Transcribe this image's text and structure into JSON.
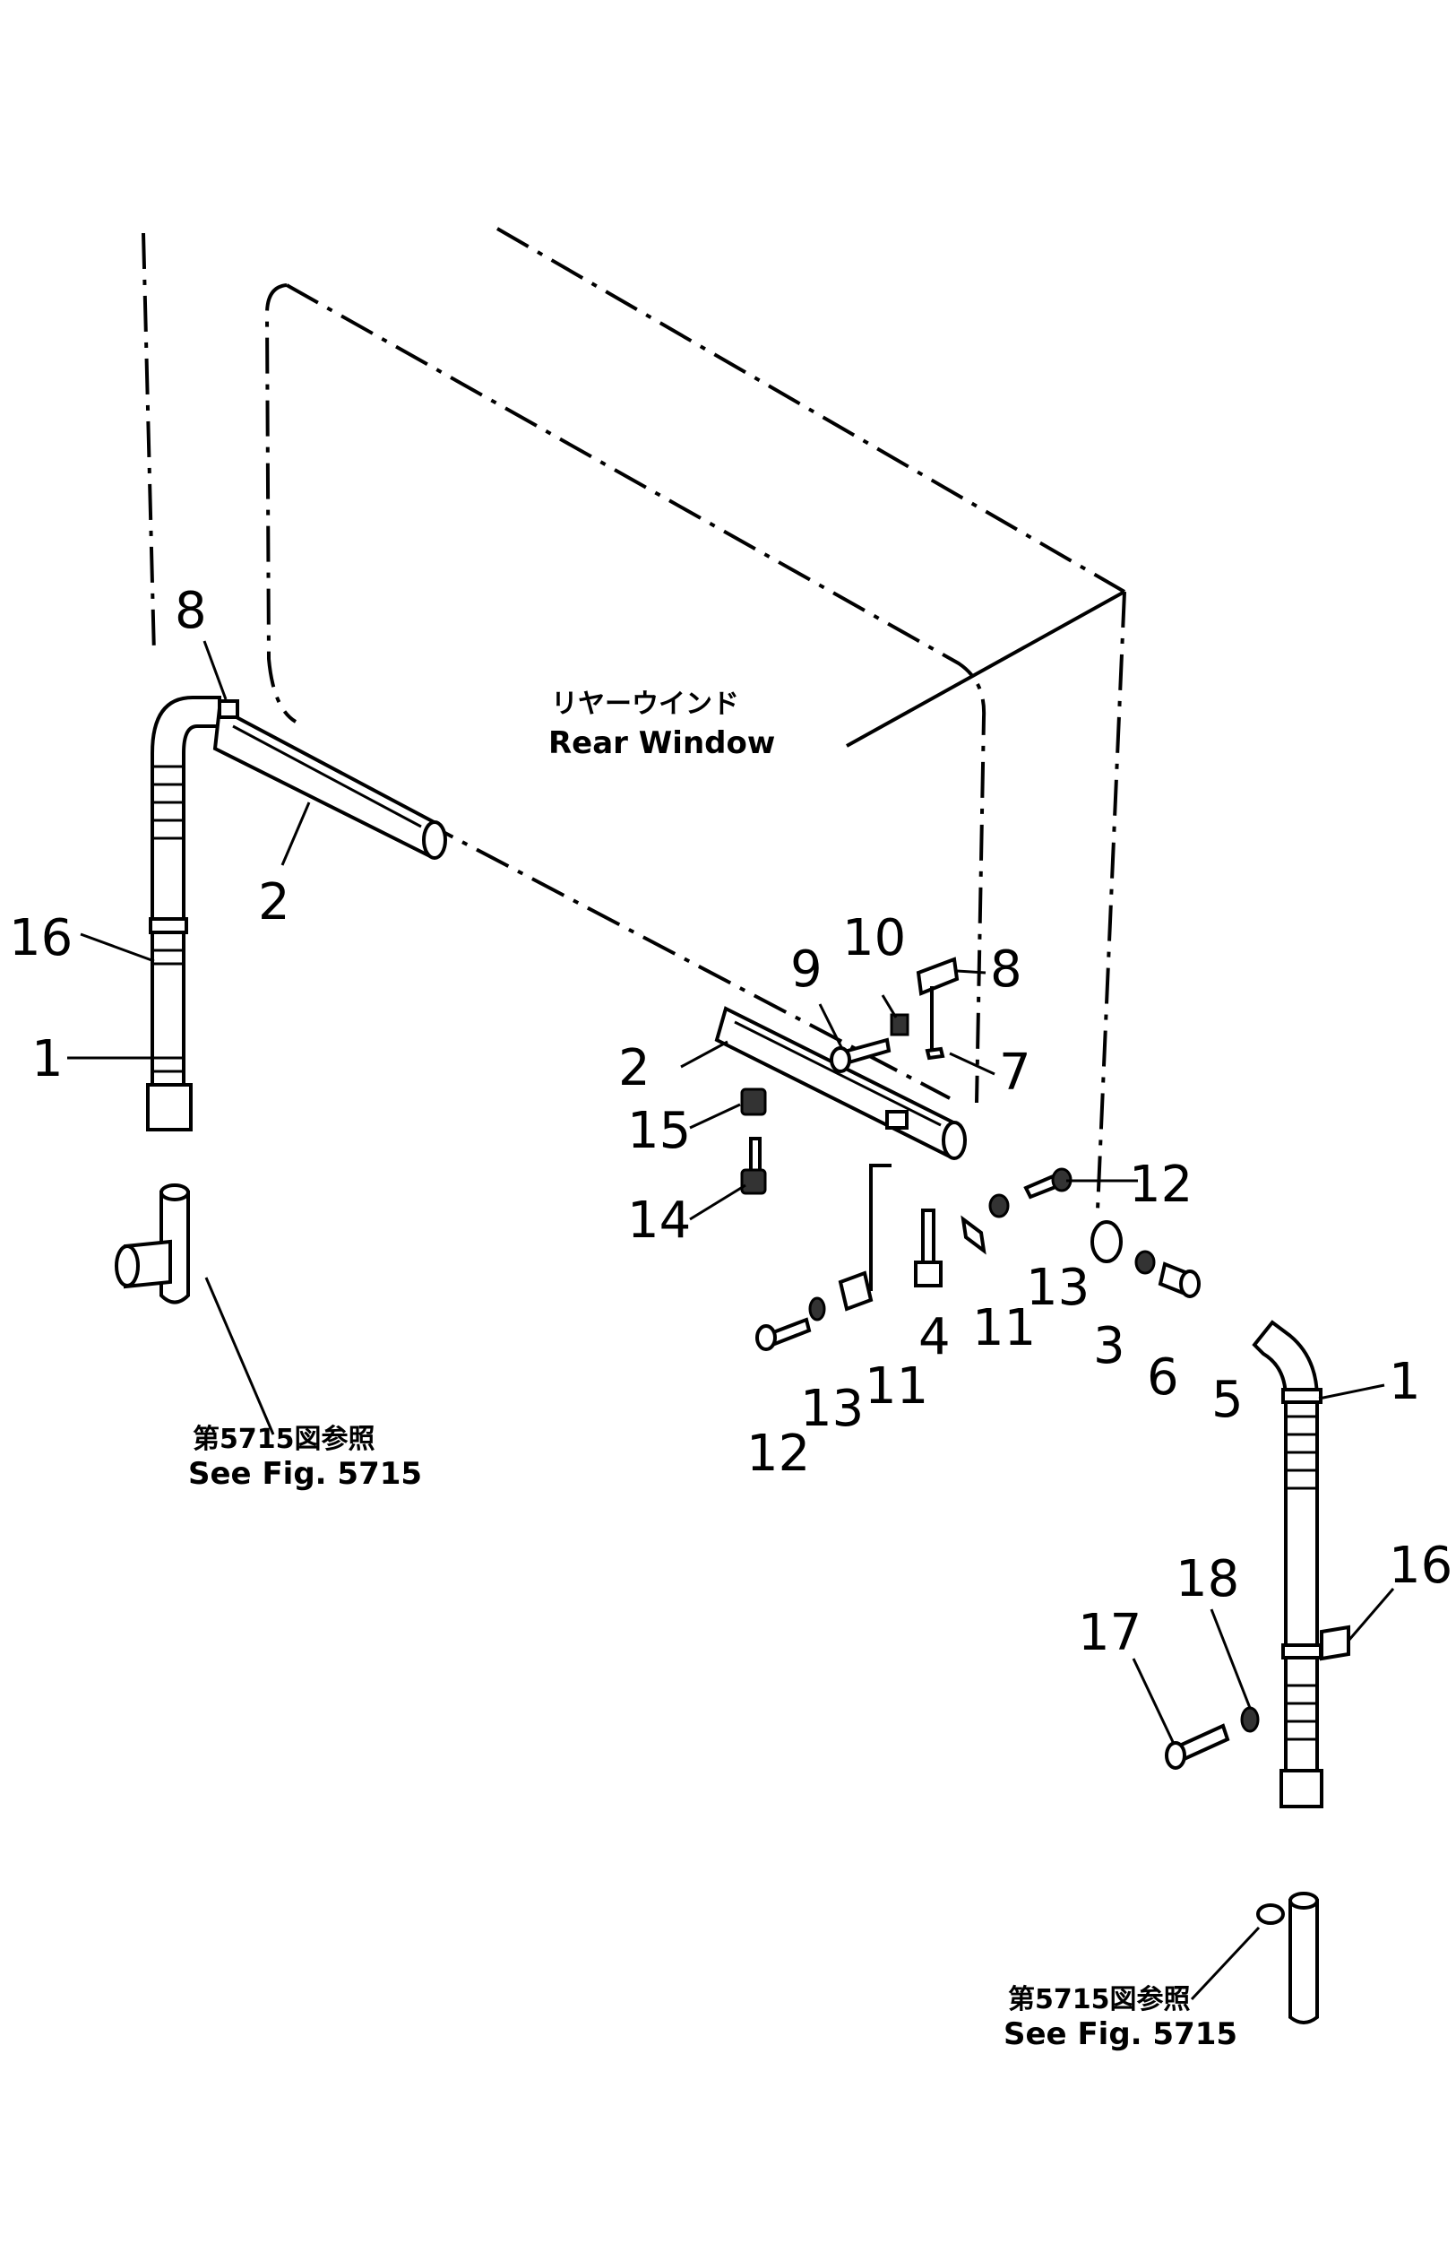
{
  "window_label": {
    "jp": "リヤーウインド",
    "en": "Rear Window"
  },
  "see_fig_left": {
    "jp": "第5715図参照",
    "en": "See Fig. 5715"
  },
  "see_fig_right": {
    "jp": "第5715図参照",
    "en": "See Fig. 5715"
  },
  "callouts": {
    "c8a": "8",
    "c2a": "2",
    "c16a": "16",
    "c1a": "1",
    "c10": "10",
    "c9": "9",
    "c8b": "8",
    "c7": "7",
    "c2b": "2",
    "c15": "15",
    "c14": "14",
    "c12a": "12",
    "c13a": "13",
    "c3": "3",
    "c6": "6",
    "c5": "5",
    "c4": "4",
    "c11a": "11",
    "c11b": "11",
    "c13b": "13",
    "c12b": "12",
    "c1b": "1",
    "c16b": "16",
    "c18": "18",
    "c17": "17"
  }
}
